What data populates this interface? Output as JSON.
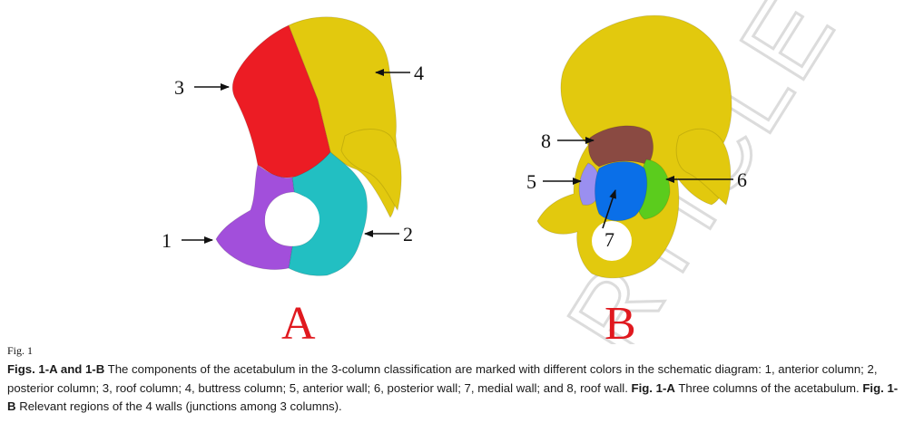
{
  "figure": {
    "callouts_a": [
      "1",
      "2",
      "3",
      "4"
    ],
    "callouts_b": [
      "5",
      "6",
      "7",
      "8"
    ],
    "panel_a": "A",
    "panel_b": "B",
    "watermark": "RTICLE",
    "colors": {
      "bone": "#e2c90e",
      "anterior_column": "#a24fdb",
      "posterior_column": "#22bfc2",
      "roof_column": "#ec1c24",
      "anterior_wall": "#9a8ff0",
      "posterior_wall": "#5bcc1d",
      "medial_wall": "#0a6fe8",
      "roof_wall": "#8a4a42"
    }
  },
  "caption": {
    "fig_number": "Fig. 1",
    "bold_1": "Figs. 1-A and 1-B",
    "text_1": " The components of the acetabulum in the 3-column classification are marked with different colors in the schematic diagram: 1, anterior column; 2, posterior column; 3, roof column; 4, buttress column; 5, anterior wall; 6, posterior wall; 7, medial wall; and 8, roof wall. ",
    "bold_2": "Fig. 1-A",
    "text_2": " Three columns of the acetabulum. ",
    "bold_3": "Fig. 1-B",
    "text_3": " Relevant regions of the 4 walls (junctions among 3 columns)."
  }
}
